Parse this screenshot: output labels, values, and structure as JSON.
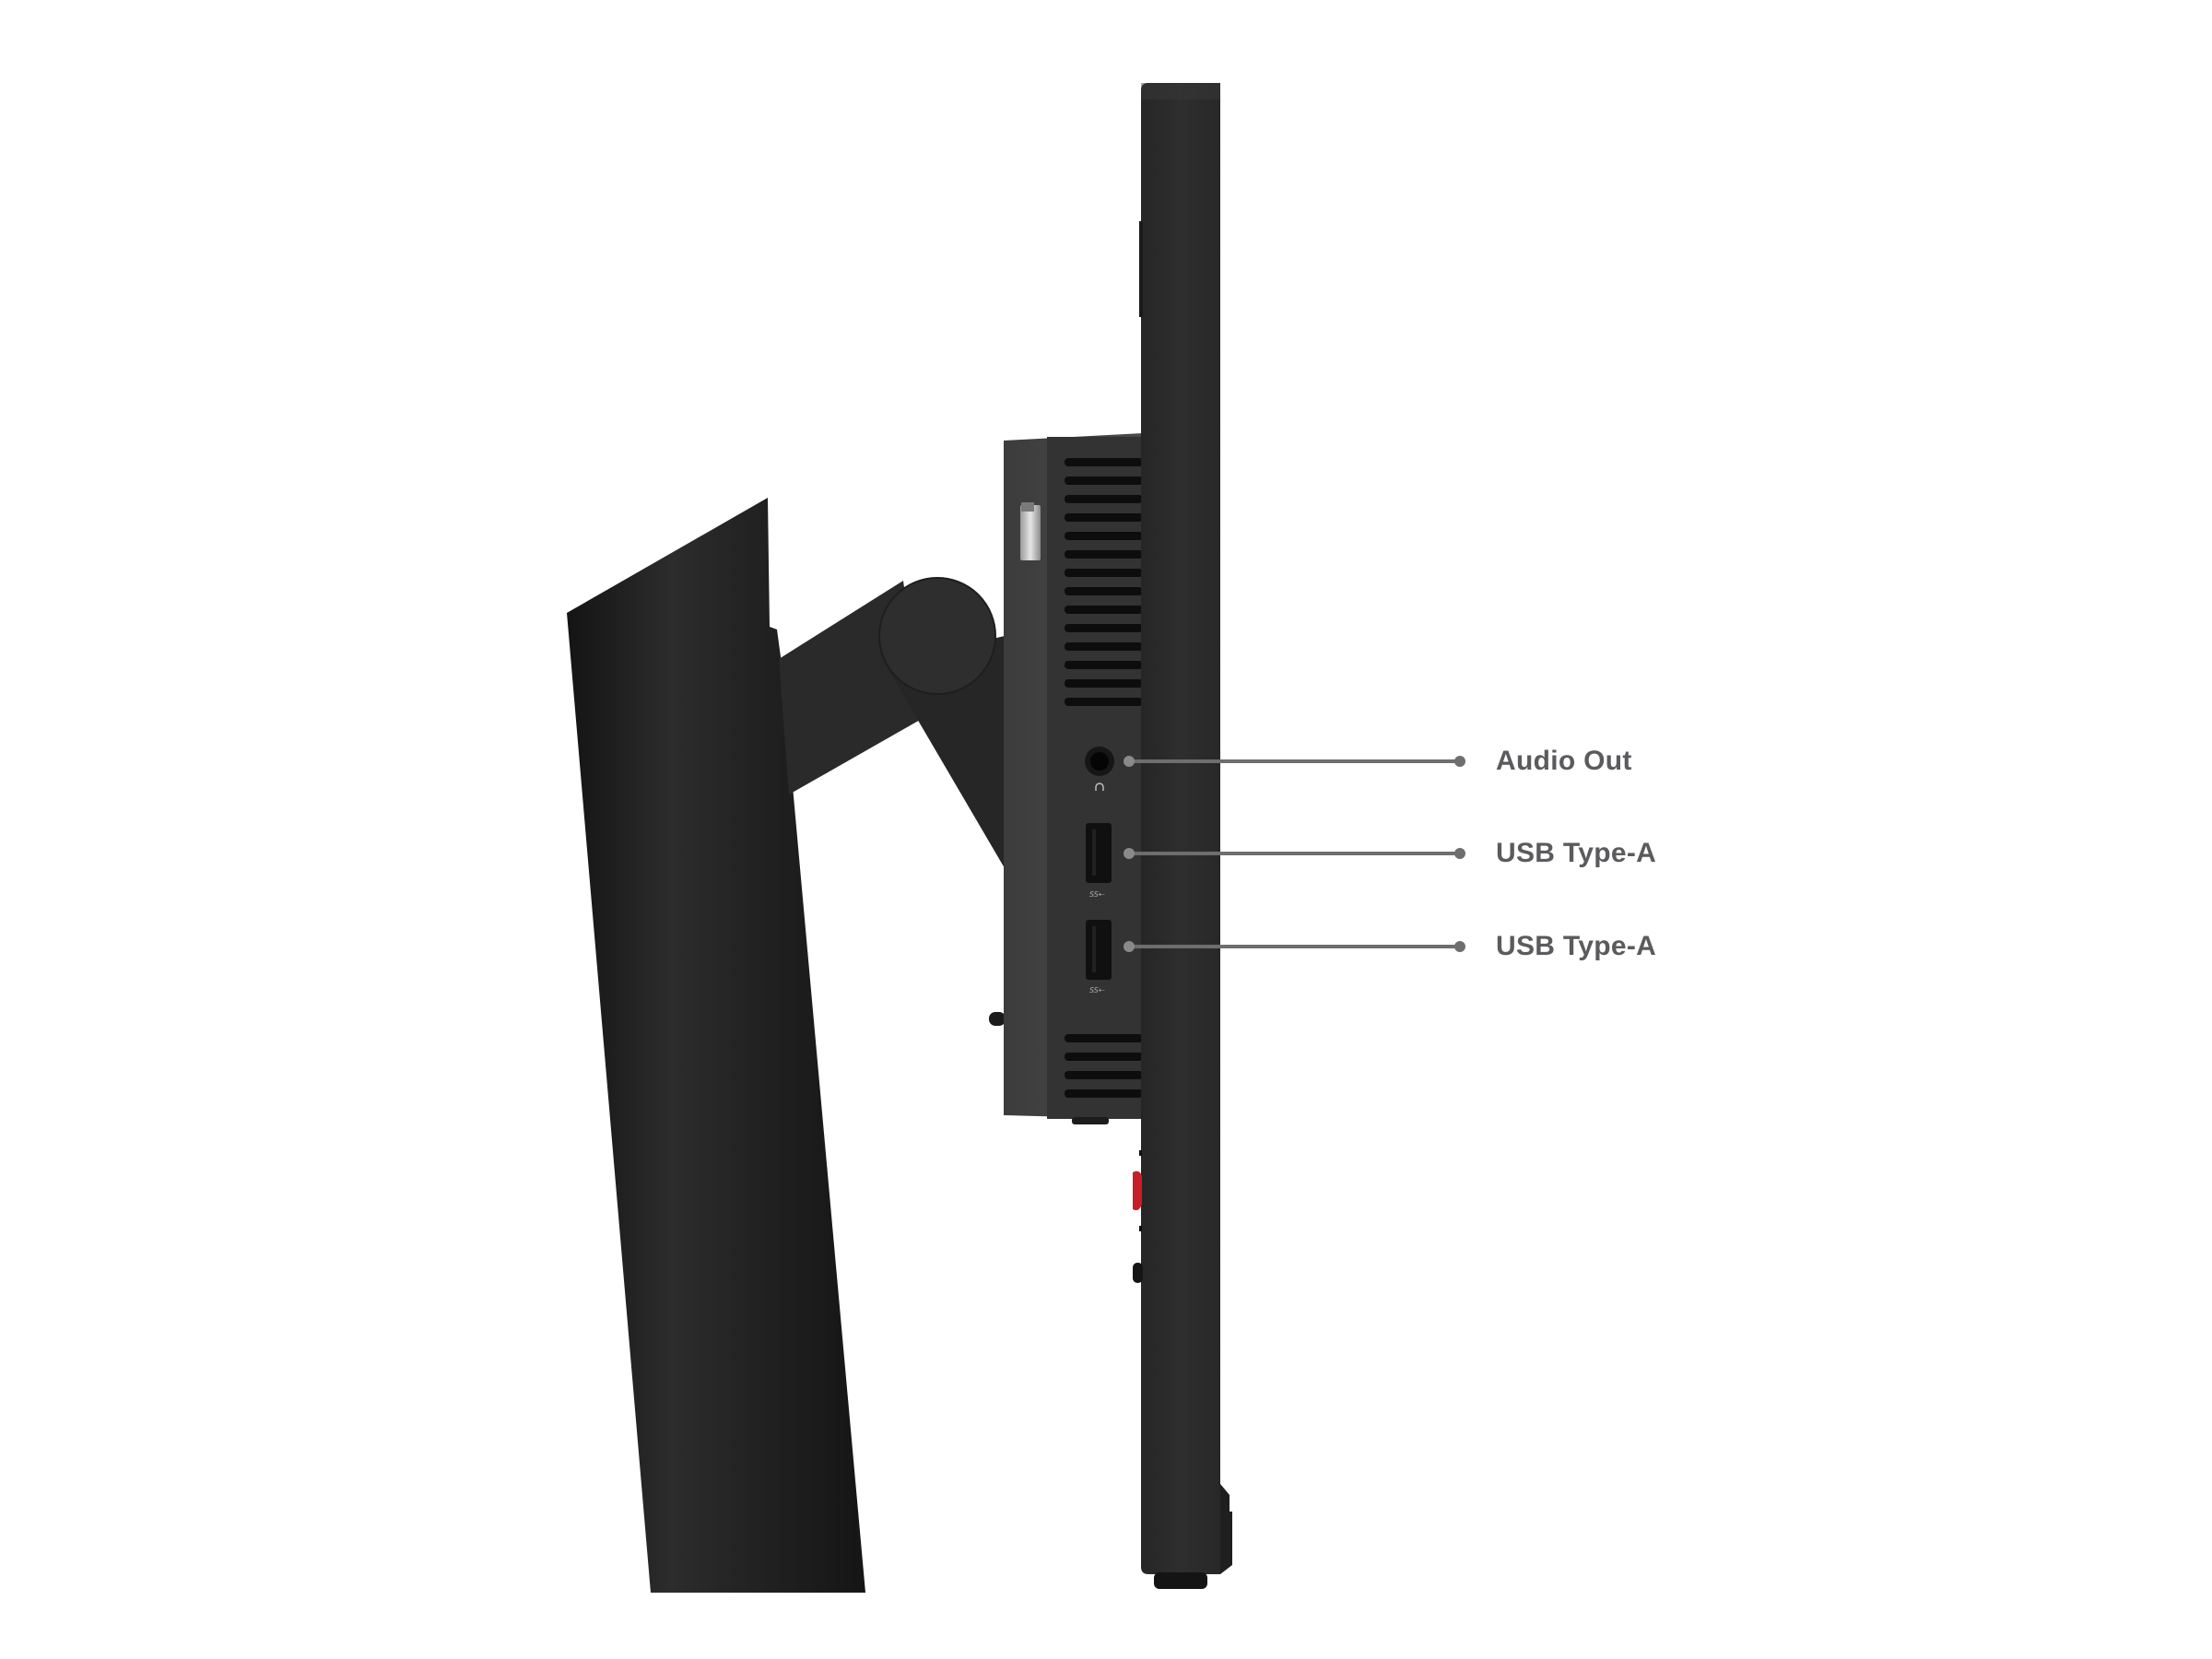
{
  "image": {
    "subject": "Monitor side profile with stand",
    "background_color": "#ffffff",
    "body_color": "#2d2d2d",
    "stand_color": "#1f1f1f",
    "accent_button_color": "#c81e28",
    "callout_line_color": "#6e6e6e",
    "label_color": "#5b5b5e"
  },
  "callouts": [
    {
      "label": "Audio Out",
      "port": "3.5mm audio jack",
      "icon": "headphone-icon"
    },
    {
      "label": "USB Type-A",
      "port": "USB 3.x Type-A",
      "icon": "superspeed-usb-icon"
    },
    {
      "label": "USB Type-A",
      "port": "USB 3.x Type-A",
      "icon": "superspeed-usb-icon"
    }
  ]
}
